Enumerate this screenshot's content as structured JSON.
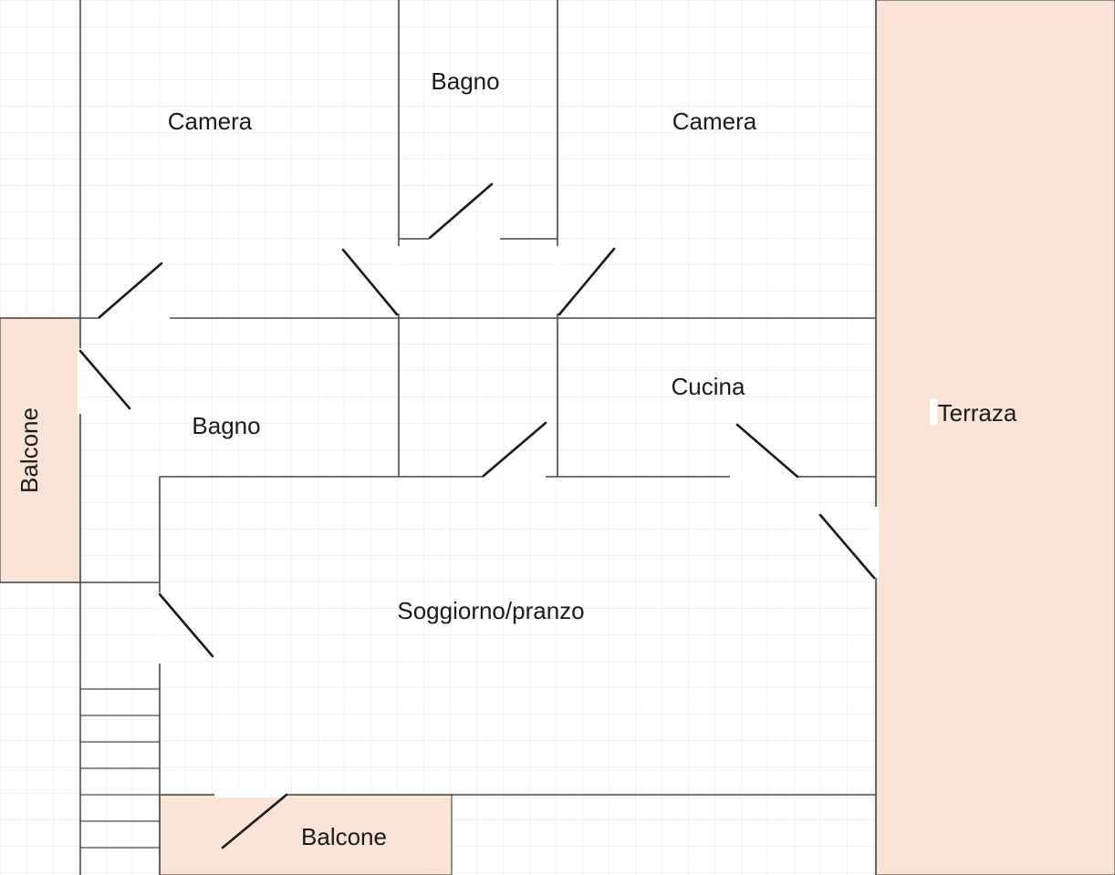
{
  "floor_plan": {
    "rooms": {
      "camera_left": "Camera",
      "bagno_top": "Bagno",
      "camera_right": "Camera",
      "bagno_left": "Bagno",
      "cucina": "Cucina",
      "soggiorno": "Soggiorno/pranzo",
      "terrazza": "Terraza",
      "balcone_left": "Balcone",
      "balcone_bottom": "Balcone"
    },
    "colors": {
      "outdoor_fill": "#fbe3d6",
      "grid_line": "#e4e4e4",
      "wall": "#4a4a4a"
    }
  }
}
